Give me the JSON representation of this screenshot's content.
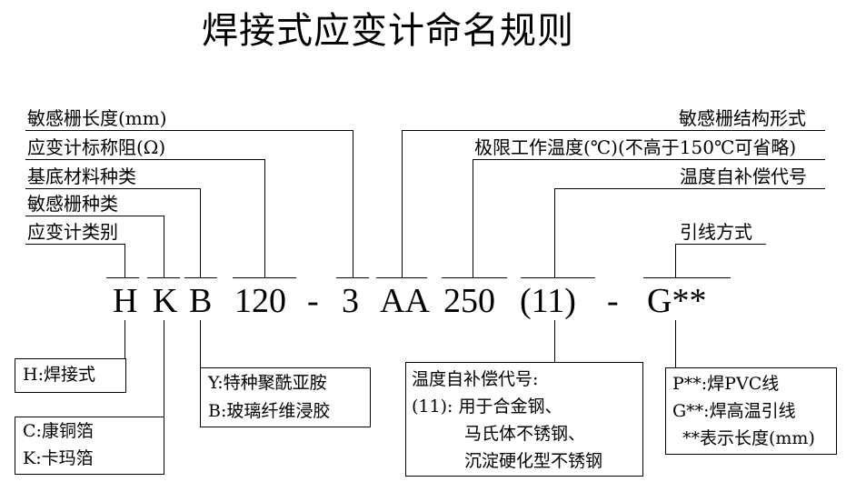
{
  "title": "焊接式应变计命名规则",
  "left_labels": {
    "grid_length": "敏感栅长度(mm)",
    "resistance": "应变计标称阻(Ω)",
    "base_material": "基底材料种类",
    "grid_type": "敏感栅种类",
    "gauge_category": "应变计类别"
  },
  "right_labels": {
    "grid_structure": "敏感栅结构形式",
    "temp_limit": "极限工作温度(℃)(不高于150℃可省略)",
    "temp_comp": "温度自补偿代号",
    "lead_method": "引线方式"
  },
  "code": {
    "h": "H",
    "k": "K",
    "b": "B",
    "resistance": "120",
    "dash1": "-",
    "grid_length": "3",
    "structure": "AA",
    "temp": "250",
    "comp": "(11)",
    "dash2": "-",
    "lead": "G**"
  },
  "boxes": {
    "category": [
      "H:焊接式"
    ],
    "grid": [
      "C:康铜箔",
      "K:卡玛箔"
    ],
    "base": [
      "Y:特种聚酰亚胺",
      "B:玻璃纤维浸胶"
    ],
    "comp": [
      "温度自补偿代号:",
      "(11): 用于合金钢、",
      "马氏体不锈钢、",
      "沉淀硬化型不锈钢"
    ],
    "lead": [
      "P**:焊PVC线",
      "G**:焊高温引线",
      "**表示长度(mm)"
    ]
  }
}
